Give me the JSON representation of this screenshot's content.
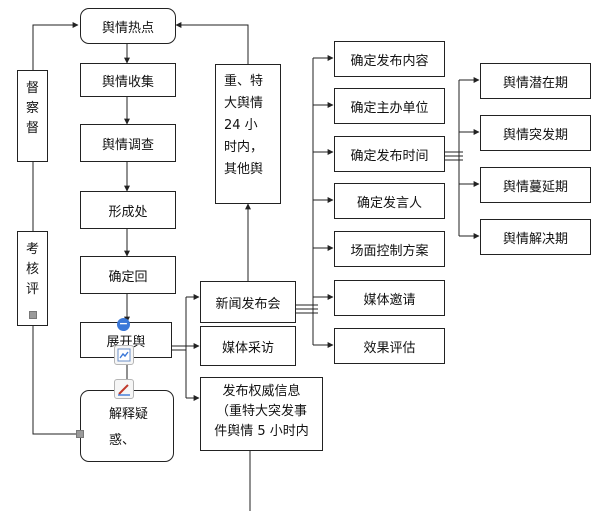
{
  "nodes": {
    "hotspot": "舆情热点",
    "collect": "舆情收集",
    "investigate": "舆情调查",
    "plan": "形成处",
    "confirm": "确定回",
    "open": "展开舆",
    "explain_1": "解释疑",
    "explain_2": "惑、",
    "supervise": [
      "督",
      "察",
      "督"
    ],
    "evaluate": [
      "考",
      "核",
      "评"
    ],
    "major_note": [
      "重、特",
      "大舆情",
      "24 小",
      "时内，",
      "其他舆"
    ],
    "press_conf": "新闻发布会",
    "media_interview": "媒体采访",
    "authority_info": [
      "发布权威信息",
      "（重特大突发事",
      "件舆情 5 小时内"
    ],
    "content": "确定发布内容",
    "host": "确定主办单位",
    "time": "确定发布时间",
    "spokesperson": "确定发言人",
    "control": "场面控制方案",
    "invite": "媒体邀请",
    "effect": "效果评估",
    "latent": "舆情潜在期",
    "outbreak": "舆情突发期",
    "spread": "舆情蔓延期",
    "resolve": "舆情解决期"
  },
  "ui": {
    "collapse_glyph": "−"
  },
  "icons": {
    "layout_tool": "layout-icon",
    "pen_tool": "pen-icon"
  },
  "colors": {
    "line": "#222222",
    "accent": "#3b78d8"
  }
}
